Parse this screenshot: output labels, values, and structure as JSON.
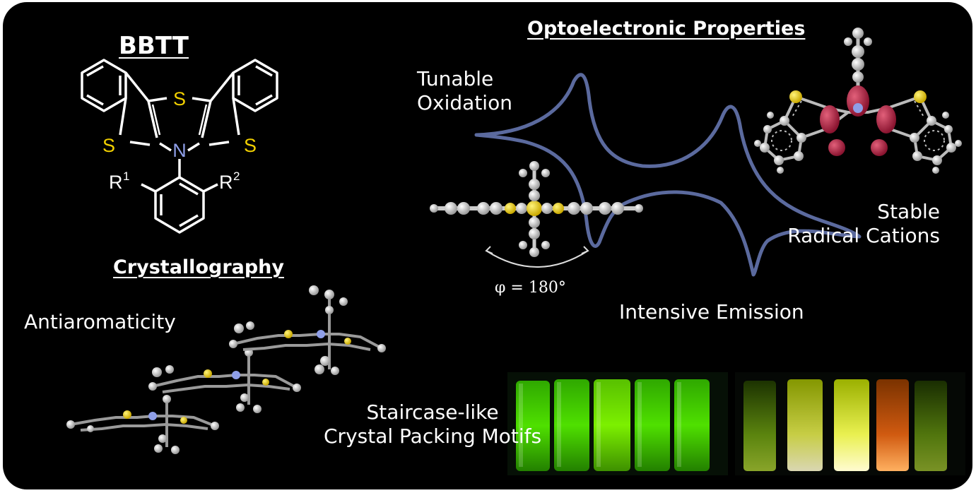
{
  "headings": {
    "compound": "BBTT",
    "crystallography": "Crystallography",
    "optoelectronic": "Optoelectronic Properties"
  },
  "labels": {
    "tunable": [
      "Tunable",
      "Oxidation"
    ],
    "stable": [
      "Stable",
      "Radical Cations"
    ],
    "antiaromaticity": "Antiaromaticity",
    "staircase": [
      "Staircase-like",
      "Crystal Packing Motifs"
    ],
    "emission": "Intensive Emission",
    "angle": "φ = 180°"
  },
  "structure_atoms": {
    "sulfur_center": "S",
    "sulfur_left": "S",
    "sulfur_right": "S",
    "nitrogen": "N",
    "r1": "R",
    "r1_sup": "1",
    "r2": "R",
    "r2_sup": "2"
  },
  "colors": {
    "background": "#000000",
    "sulfur": "#f2d000",
    "nitrogen": "#8f9fe8",
    "cv_curve": "#5b6a9e",
    "spin_density": "#c0304a",
    "vial_green": "#4fe000",
    "vial_yellow": "#e9f050",
    "vial_orange": "#d05a10"
  },
  "icons": [
    "cyclic-voltammogram-curve",
    "molecule-side-view",
    "radical-cation-spin-density",
    "crystal-packing-staircase",
    "fluorescent-vials-solution",
    "fluorescent-vials-solid"
  ]
}
